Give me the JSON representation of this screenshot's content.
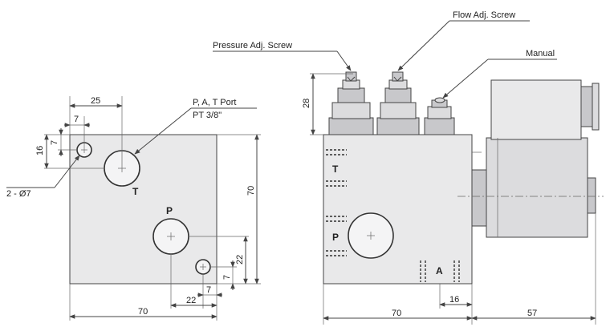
{
  "callouts": {
    "pressure_adj_screw": "Pressure Adj. Screw",
    "flow_adj_screw": "Flow Adj. Screw",
    "manual": "Manual",
    "port_label": "P, A, T Port",
    "port_size": "PT 3/8\"",
    "mount_holes": "2 - Ø7"
  },
  "ports": {
    "t": "T",
    "p": "P",
    "a": "A"
  },
  "dimensions": {
    "top_offset_25": "25",
    "top_offset_7": "7",
    "left_offset_7": "7",
    "left_offset_16": "16",
    "height_70": "70",
    "bottom_22": "22",
    "bottom_7": "7",
    "right_22": "22",
    "right_7": "7",
    "width_70_left": "70",
    "height_28": "28",
    "width_70_right": "70",
    "offset_16": "16",
    "solenoid_57": "57"
  }
}
